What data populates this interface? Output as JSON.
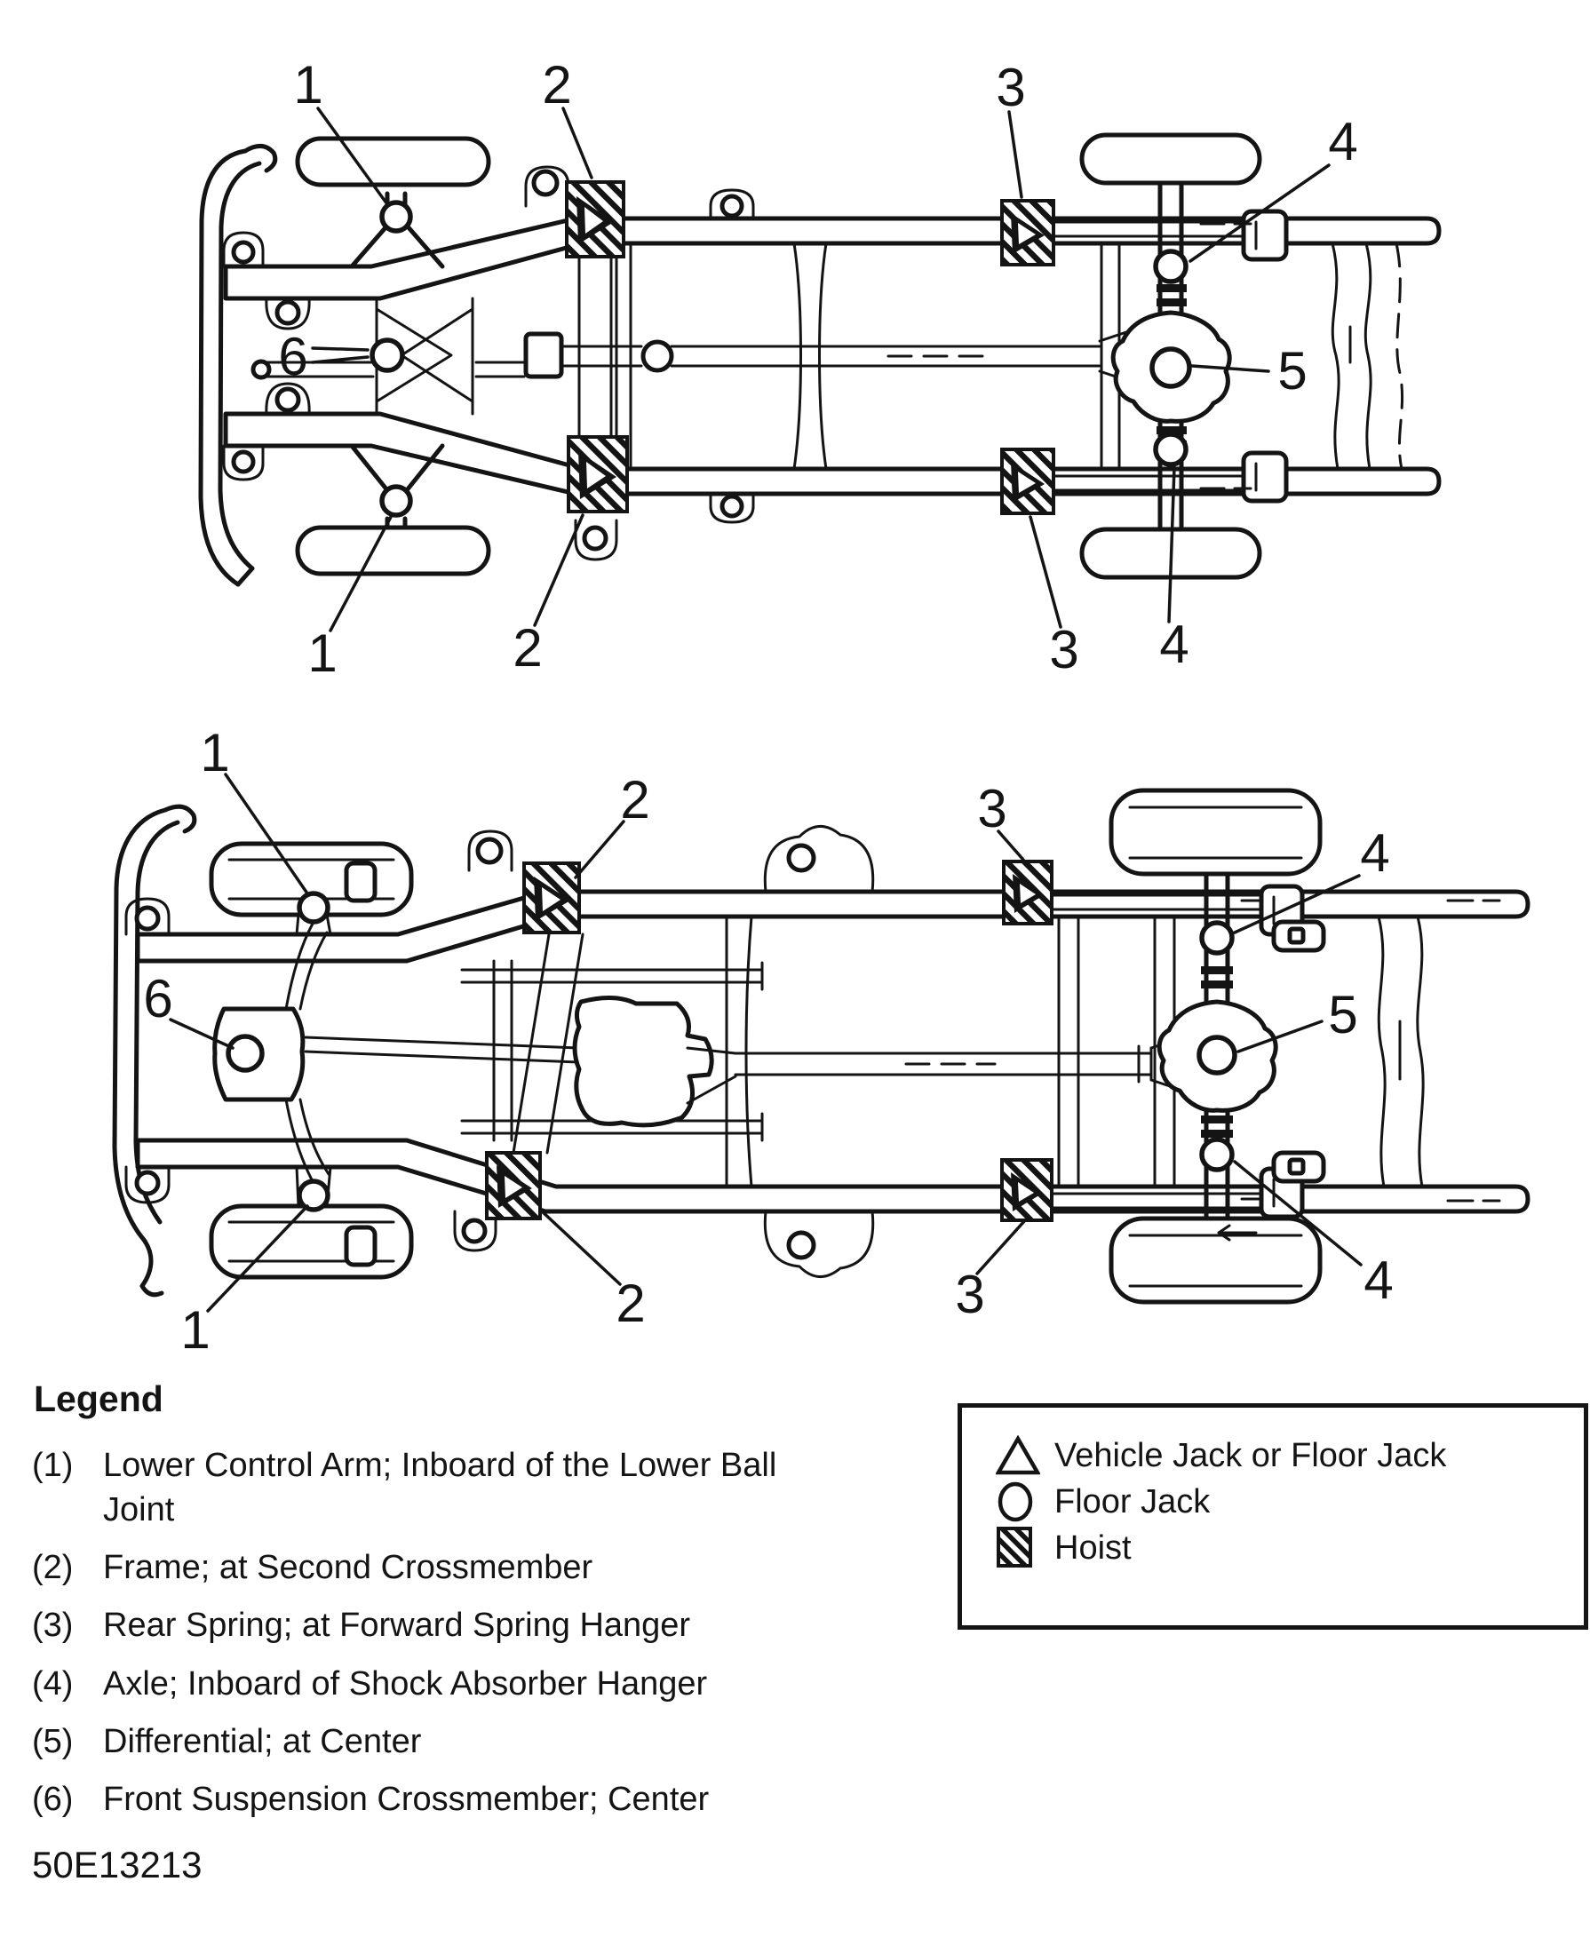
{
  "colors": {
    "ink": "#141414",
    "paper": "#ffffff"
  },
  "figure_code": "50E13213",
  "callouts": {
    "c1": "1",
    "c2": "2",
    "c3": "3",
    "c4": "4",
    "c5": "5",
    "c6": "6"
  },
  "legend": {
    "title": "Legend",
    "items": [
      {
        "num": "(1)",
        "text": "Lower Control Arm; Inboard of the Lower Ball Joint"
      },
      {
        "num": "(2)",
        "text": "Frame; at Second Crossmember"
      },
      {
        "num": "(3)",
        "text": "Rear Spring; at Forward Spring Hanger"
      },
      {
        "num": "(4)",
        "text": "Axle; Inboard of Shock Absorber Hanger"
      },
      {
        "num": "(5)",
        "text": "Differential; at Center"
      },
      {
        "num": "(6)",
        "text": "Front Suspension Crossmember; Center"
      }
    ]
  },
  "symbol_key": {
    "items": [
      {
        "symbol": "vehicle-jack-triangle",
        "label": "Vehicle Jack or Floor Jack"
      },
      {
        "symbol": "floor-jack-circle",
        "label": "Floor Jack"
      },
      {
        "symbol": "hoist-hatched-square",
        "label": "Hoist"
      }
    ]
  }
}
